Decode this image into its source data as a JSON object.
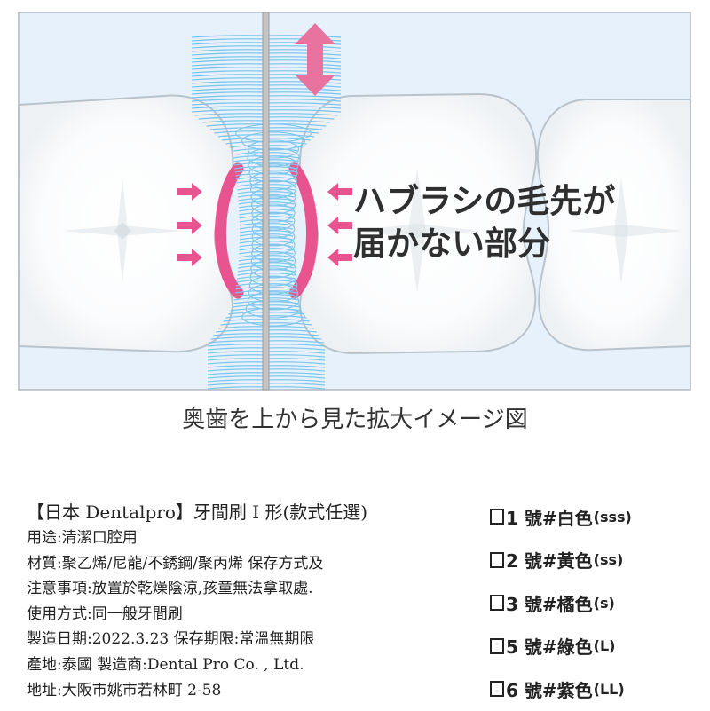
{
  "diagram": {
    "callout": {
      "line1": "ハブラシの毛先が",
      "line2": "届かない部分"
    },
    "caption": "奥歯を上から見た拡大イメージ図",
    "colors": {
      "background": "#e6f1fb",
      "tooth": "#ffffff",
      "tooth_outline": "#b9c3cc",
      "bristle": "#7fc6ec",
      "highlight": "#e8548f",
      "wire": "#c0c0c0"
    }
  },
  "product": {
    "title": "【日本 Dentalpro】牙間刷 I 形(款式任選)",
    "lines": [
      "用途:清潔口腔用",
      "材質:聚乙烯/尼龍/不銹鋼/聚丙烯 保存方式及",
      "注意事項:放置於乾燥陰涼,孩童無法拿取處.",
      "使用方式:同一般牙間刷",
      "製造日期:2022.3.23 保存期限:常溫無期限",
      "產地:泰國 製造商:Dental Pro Co. , Ltd.",
      "地址:大阪市姚市若林町 2-58"
    ]
  },
  "options": [
    {
      "label": "1 號#白色",
      "code": "(sss)"
    },
    {
      "label": "2 號#黃色",
      "code": "(ss)"
    },
    {
      "label": "3 號#橘色",
      "code": "(s)"
    },
    {
      "label": "5 號#綠色",
      "code": "(L)"
    },
    {
      "label": "6 號#紫色",
      "code": "(LL)"
    }
  ]
}
